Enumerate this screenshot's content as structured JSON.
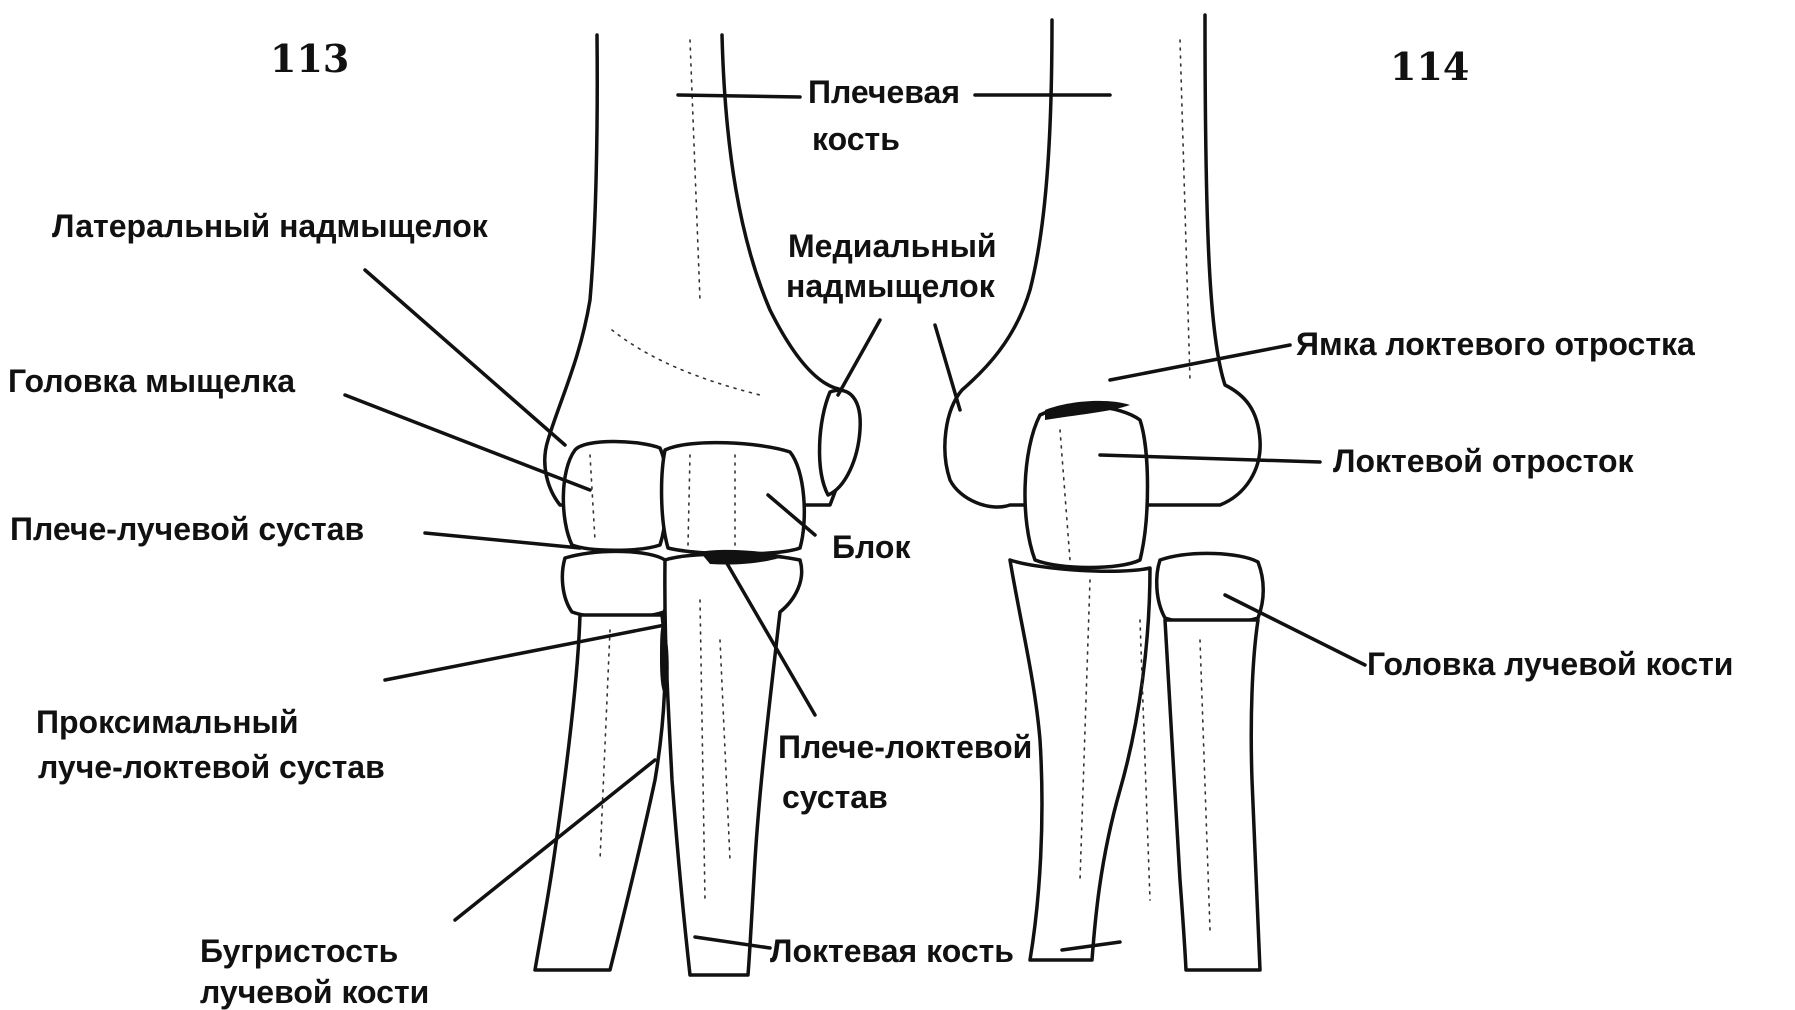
{
  "figures": [
    {
      "number": "113"
    },
    {
      "number": "114"
    }
  ],
  "labels": {
    "humerus_1": "Плечевая",
    "humerus_2": "кость",
    "lateral_epicondyle": "Латеральный надмыщелок",
    "medial_epicondyle_1": "Медиальный",
    "medial_epicondyle_2": "надмыщелок",
    "capitulum": "Головка мыщелка",
    "humeroradial_joint": "Плече-лучевой сустав",
    "trochlea": "Блок",
    "proximal_radioulnar_1": "Проксимальный",
    "proximal_radioulnar_2": "луче-локтевой сустав",
    "humeroulnar_1": "Плече-локтевой",
    "humeroulnar_2": "сустав",
    "radial_tuberosity_1": "Бугристость",
    "radial_tuberosity_2": "лучевой кости",
    "olecranon_fossa": "Ямка локтевого отростка",
    "olecranon": "Локтевой отросток",
    "radial_head": "Головка лучевой кости",
    "ulna": "Локтевая кость"
  },
  "style": {
    "ink": "#111111",
    "background": "#ffffff"
  }
}
